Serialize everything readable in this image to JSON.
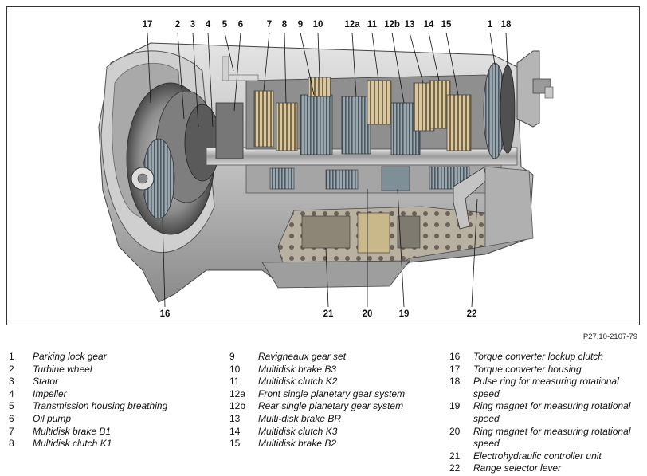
{
  "diagram": {
    "callouts": [
      {
        "id": "17"
      },
      {
        "id": "2"
      },
      {
        "id": "3"
      },
      {
        "id": "4"
      },
      {
        "id": "5"
      },
      {
        "id": "6"
      },
      {
        "id": "7"
      },
      {
        "id": "8"
      },
      {
        "id": "9"
      },
      {
        "id": "10"
      },
      {
        "id": "12a"
      },
      {
        "id": "11"
      },
      {
        "id": "12b"
      },
      {
        "id": "13"
      },
      {
        "id": "14"
      },
      {
        "id": "15"
      },
      {
        "id": "1"
      },
      {
        "id": "18"
      },
      {
        "id": "16"
      },
      {
        "id": "21"
      },
      {
        "id": "20"
      },
      {
        "id": "19"
      },
      {
        "id": "22"
      }
    ],
    "reference": "P27.10-2107-79"
  },
  "legend": {
    "columns": [
      [
        {
          "num": "1",
          "text": "Parking lock gear"
        },
        {
          "num": "2",
          "text": "Turbine wheel"
        },
        {
          "num": "3",
          "text": "Stator"
        },
        {
          "num": "4",
          "text": "Impeller"
        },
        {
          "num": "5",
          "text": "Transmission housing breathing"
        },
        {
          "num": "6",
          "text": "Oil pump"
        },
        {
          "num": "7",
          "text": "Multidisk brake B1"
        },
        {
          "num": "8",
          "text": "Multidisk clutch K1"
        }
      ],
      [
        {
          "num": "9",
          "text": "Ravigneaux gear set"
        },
        {
          "num": "10",
          "text": "Multidisk brake B3"
        },
        {
          "num": "11",
          "text": "Multidisk clutch K2"
        },
        {
          "num": "12a",
          "text": "Front single planetary gear system"
        },
        {
          "num": "12b",
          "text": "Rear single planetary gear system"
        },
        {
          "num": "13",
          "text": "Multi-disk brake BR"
        },
        {
          "num": "14",
          "text": "Multidisk clutch K3"
        },
        {
          "num": "15",
          "text": "Multidisk brake B2"
        }
      ],
      [
        {
          "num": "16",
          "text": "Torque converter lockup clutch"
        },
        {
          "num": "17",
          "text": "Torque converter housing"
        },
        {
          "num": "18",
          "text": "Pulse ring for measuring rotational speed"
        },
        {
          "num": "19",
          "text": "Ring magnet for measuring rotational speed"
        },
        {
          "num": "20",
          "text": "Ring magnet for measuring rotational speed"
        },
        {
          "num": "21",
          "text": "Electrohydraulic controller unit"
        },
        {
          "num": "22",
          "text": "Range selector lever"
        }
      ]
    ]
  }
}
